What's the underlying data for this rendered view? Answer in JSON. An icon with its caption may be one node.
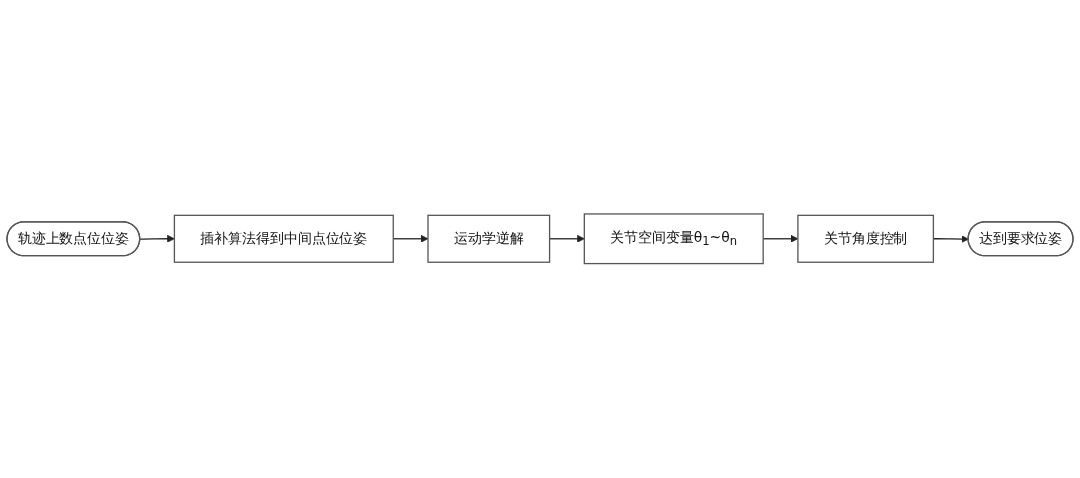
{
  "diagram": {
    "nodes": [
      {
        "text": [
          "轨迹上数点位位姿"
        ]
      },
      {
        "text": [
          "插补算法得到中间点位位姿"
        ]
      },
      {
        "text": [
          "运动学逆解"
        ]
      },
      {
        "text": [
          "关节空间变量θ$_{1}$~θ$_{n}$"
        ]
      },
      {
        "text": [
          "关节角度控制"
        ]
      },
      {
        "text": [
          "达到要求位姿"
        ]
      }
    ],
    "edges": [
      {
        "from": 0,
        "to": 1,
        "arrow": "to"
      },
      {
        "from": 1,
        "to": 2,
        "arrow": "to"
      },
      {
        "from": 2,
        "to": 3,
        "arrow": "to"
      },
      {
        "from": 3,
        "to": 4,
        "arrow": "to"
      },
      {
        "from": 4,
        "to": 5,
        "arrow": "to"
      }
    ]
  }
}
